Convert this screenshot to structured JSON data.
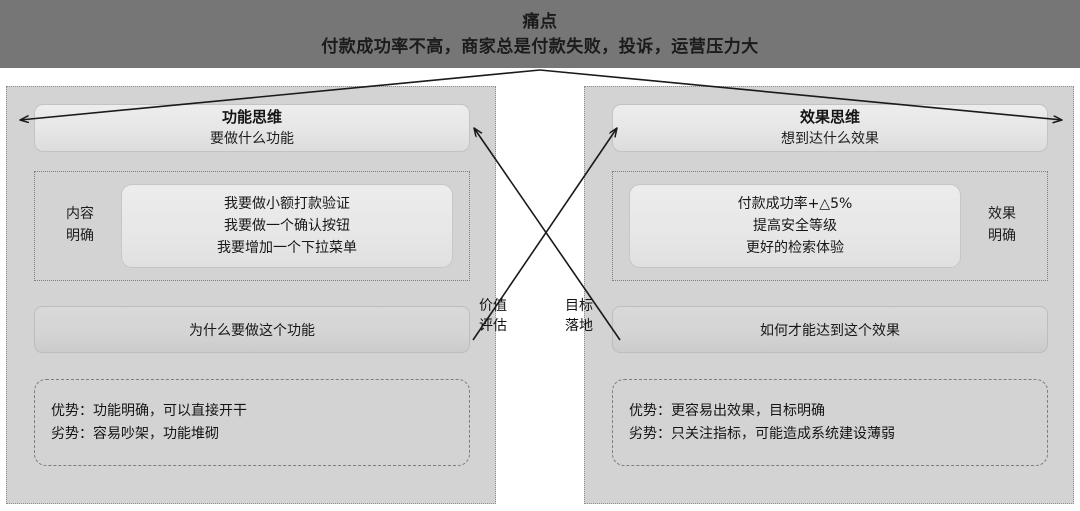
{
  "header": {
    "title": "痛点",
    "subtitle": "付款成功率不高，商家总是付款失败，投诉，运营压力大",
    "band_color": "#767676"
  },
  "center": {
    "left_label": "价值\n评估",
    "right_label": "目标\n落地"
  },
  "panels": {
    "left": {
      "title": "功能思维",
      "subtitle": "要做什么功能",
      "clarity_label": "内容\n明确",
      "clarity_items": [
        "我要做小额打款验证",
        "我要做一个确认按钮",
        "我要增加一个下拉菜单"
      ],
      "question": "为什么要做这个功能",
      "pros": "优势：功能明确，可以直接开干",
      "cons": "劣势：容易吵架，功能堆砌"
    },
    "right": {
      "title": "效果思维",
      "subtitle": "想到达什么效果",
      "clarity_label": "效果\n明确",
      "clarity_items": [
        "付款成功率+△5%",
        "提高安全等级",
        "更好的检索体验"
      ],
      "question": "如何才能达到这个效果",
      "pros": "优势：更容易出效果，目标明确",
      "cons": "劣势：只关注指标，可能造成系统建设薄弱"
    }
  },
  "colors": {
    "header_band": "#767676",
    "panel_background": "#d3d3d3",
    "card_light": "#e8e8e8",
    "card_medium": "#d4d4d4",
    "line": "#1a1a1a",
    "text": "#151515"
  }
}
